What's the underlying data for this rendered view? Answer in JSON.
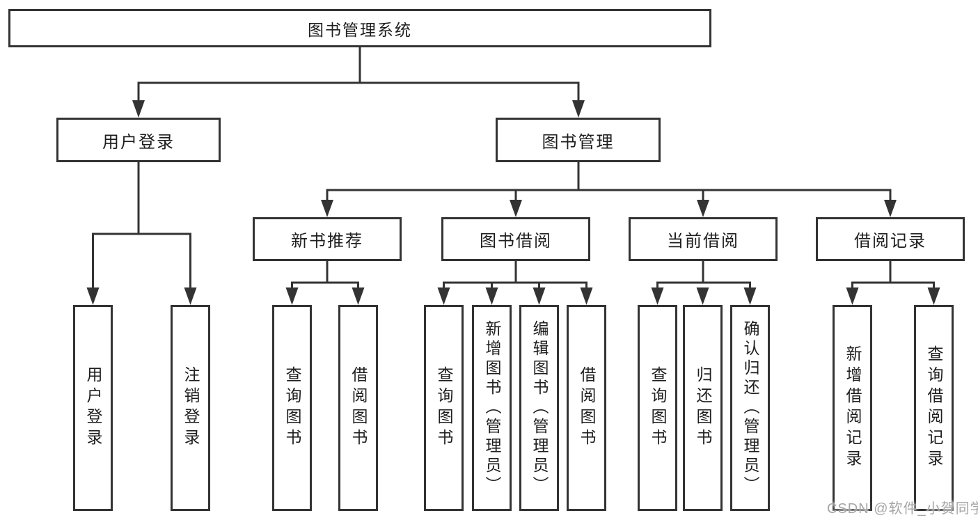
{
  "tree": {
    "root": {
      "label": "图书管理系统"
    },
    "branches": [
      {
        "label": "用户登录",
        "children": [
          {
            "label": "用户登录"
          },
          {
            "label": "注销登录"
          }
        ]
      },
      {
        "label": "图书管理",
        "children": [
          {
            "label": "新书推荐",
            "children": [
              {
                "label": "查询图书"
              },
              {
                "label": "借阅图书"
              }
            ]
          },
          {
            "label": "图书借阅",
            "children": [
              {
                "label": "查询图书"
              },
              {
                "label": "新增图书（管理员）"
              },
              {
                "label": "编辑图书（管理员）"
              },
              {
                "label": "借阅图书"
              }
            ]
          },
          {
            "label": "当前借阅",
            "children": [
              {
                "label": "查询图书"
              },
              {
                "label": "归还图书"
              },
              {
                "label": "确认归还（管理员）"
              }
            ]
          },
          {
            "label": "借阅记录",
            "children": [
              {
                "label": "新增借阅记录"
              },
              {
                "label": "查询借阅记录"
              }
            ]
          }
        ]
      }
    ]
  },
  "watermark": {
    "text": "CSDN @软件_小贺同学",
    "color": "#a5a5a5"
  },
  "colors": {
    "line": "#333333",
    "text": "#1e1e1e",
    "background": "#ffffff"
  }
}
